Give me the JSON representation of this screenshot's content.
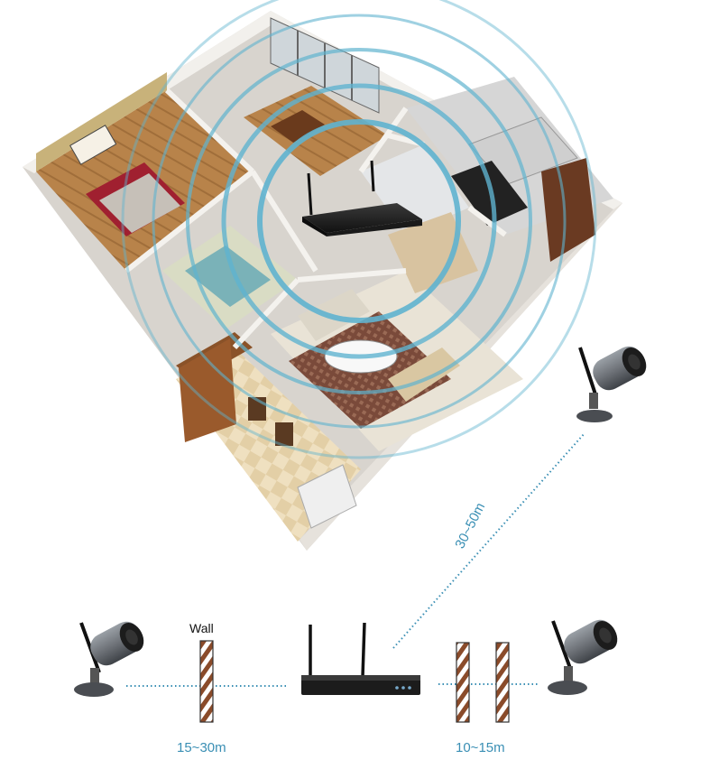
{
  "labels": {
    "wall": "Wall",
    "range_left": "15~30m",
    "range_right": "10~15m",
    "range_diagonal": "30~50m"
  },
  "colors": {
    "signal_ring": "#5fb3cf",
    "link_dots": "#3a8fb4",
    "wall_stripe": "#8a4b2a",
    "nvr_body": "#1c1c1c",
    "camera_body": "#6e7278",
    "floor_tile": "#e9d9b8",
    "wood_floor": "#b07a42"
  },
  "icons": {
    "nvr": "nvr-recorder-icon",
    "camera": "bullet-camera-icon",
    "wall": "brick-wall-icon"
  }
}
